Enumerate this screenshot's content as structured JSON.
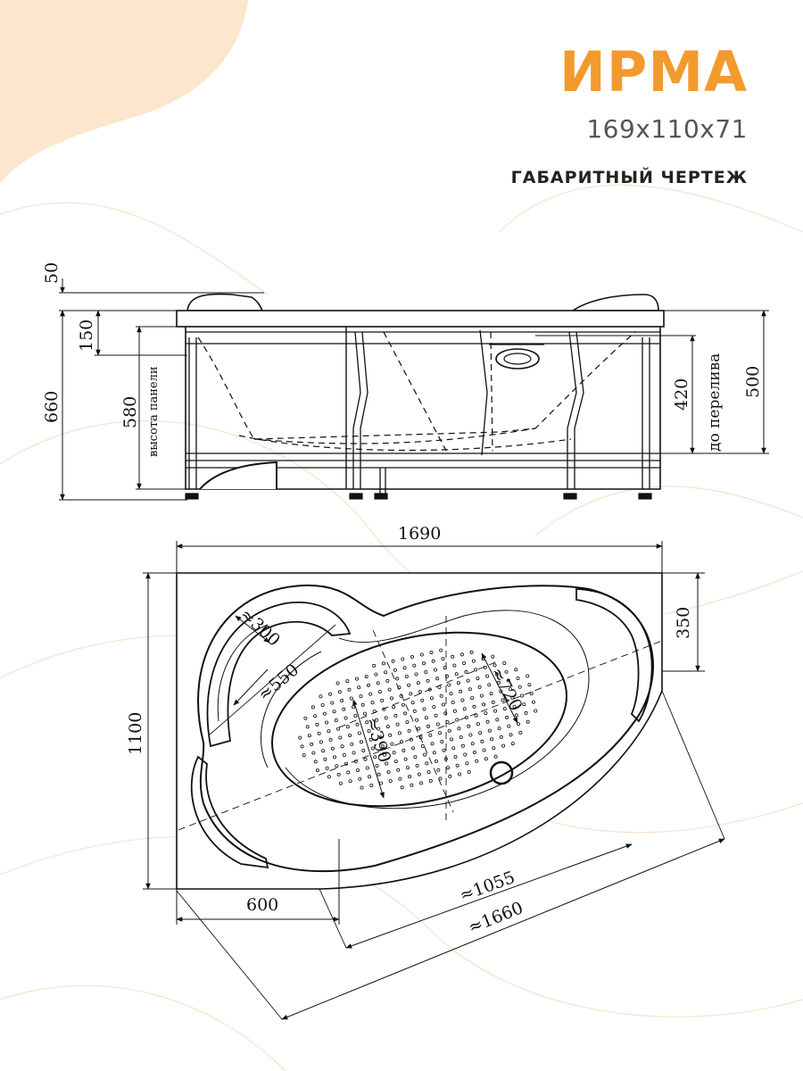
{
  "header": {
    "title": "ИРМА",
    "dimensions": "169x110x71",
    "subtitle": "ГАБАРИТНЫЙ ЧЕРТЕЖ"
  },
  "colors": {
    "accent": "#f29a2e",
    "blob": "#fce6cd",
    "line": "#111111"
  },
  "side_view": {
    "dim_50": "50",
    "dim_150": "150",
    "dim_660": "660",
    "dim_580": "580",
    "panel_label": "высота панели",
    "dim_420": "420",
    "overflow_label": "до перелива",
    "dim_500": "500"
  },
  "top_view": {
    "width": "1690",
    "depth": "1100",
    "dim_350": "350",
    "dim_300": "≈300",
    "dim_550": "≈550",
    "dim_720": "≈720",
    "dim_390": "≈390",
    "dim_600": "600",
    "dim_1055": "≈1055",
    "dim_1660": "≈1660"
  }
}
